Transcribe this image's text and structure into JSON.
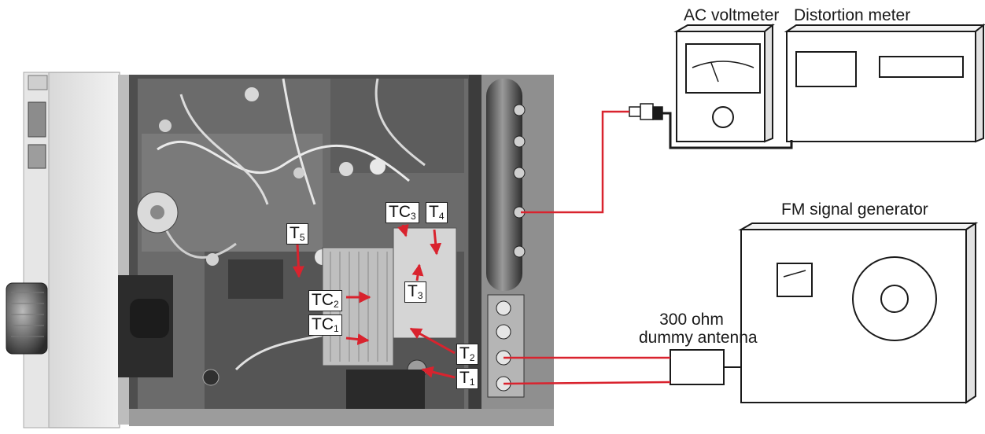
{
  "labels": {
    "ac_voltmeter": "AC voltmeter",
    "distortion_meter": "Distortion meter",
    "fm_signal_generator": "FM signal generator",
    "dummy_antenna_line1": "300 ohm",
    "dummy_antenna_line2": "dummy antenna"
  },
  "tags": {
    "t5": {
      "main": "T",
      "sub": "5"
    },
    "tc3": {
      "main": "TC",
      "sub": "3"
    },
    "t4": {
      "main": "T",
      "sub": "4"
    },
    "tc2": {
      "main": "TC",
      "sub": "2"
    },
    "t3": {
      "main": "T",
      "sub": "3"
    },
    "tc1": {
      "main": "TC",
      "sub": "1"
    },
    "t2": {
      "main": "T",
      "sub": "2"
    },
    "t1": {
      "main": "T",
      "sub": "1"
    }
  },
  "colors": {
    "wire": "#d9232e",
    "ink": "#1a1a1a",
    "chassis": "#5a5a5a"
  }
}
